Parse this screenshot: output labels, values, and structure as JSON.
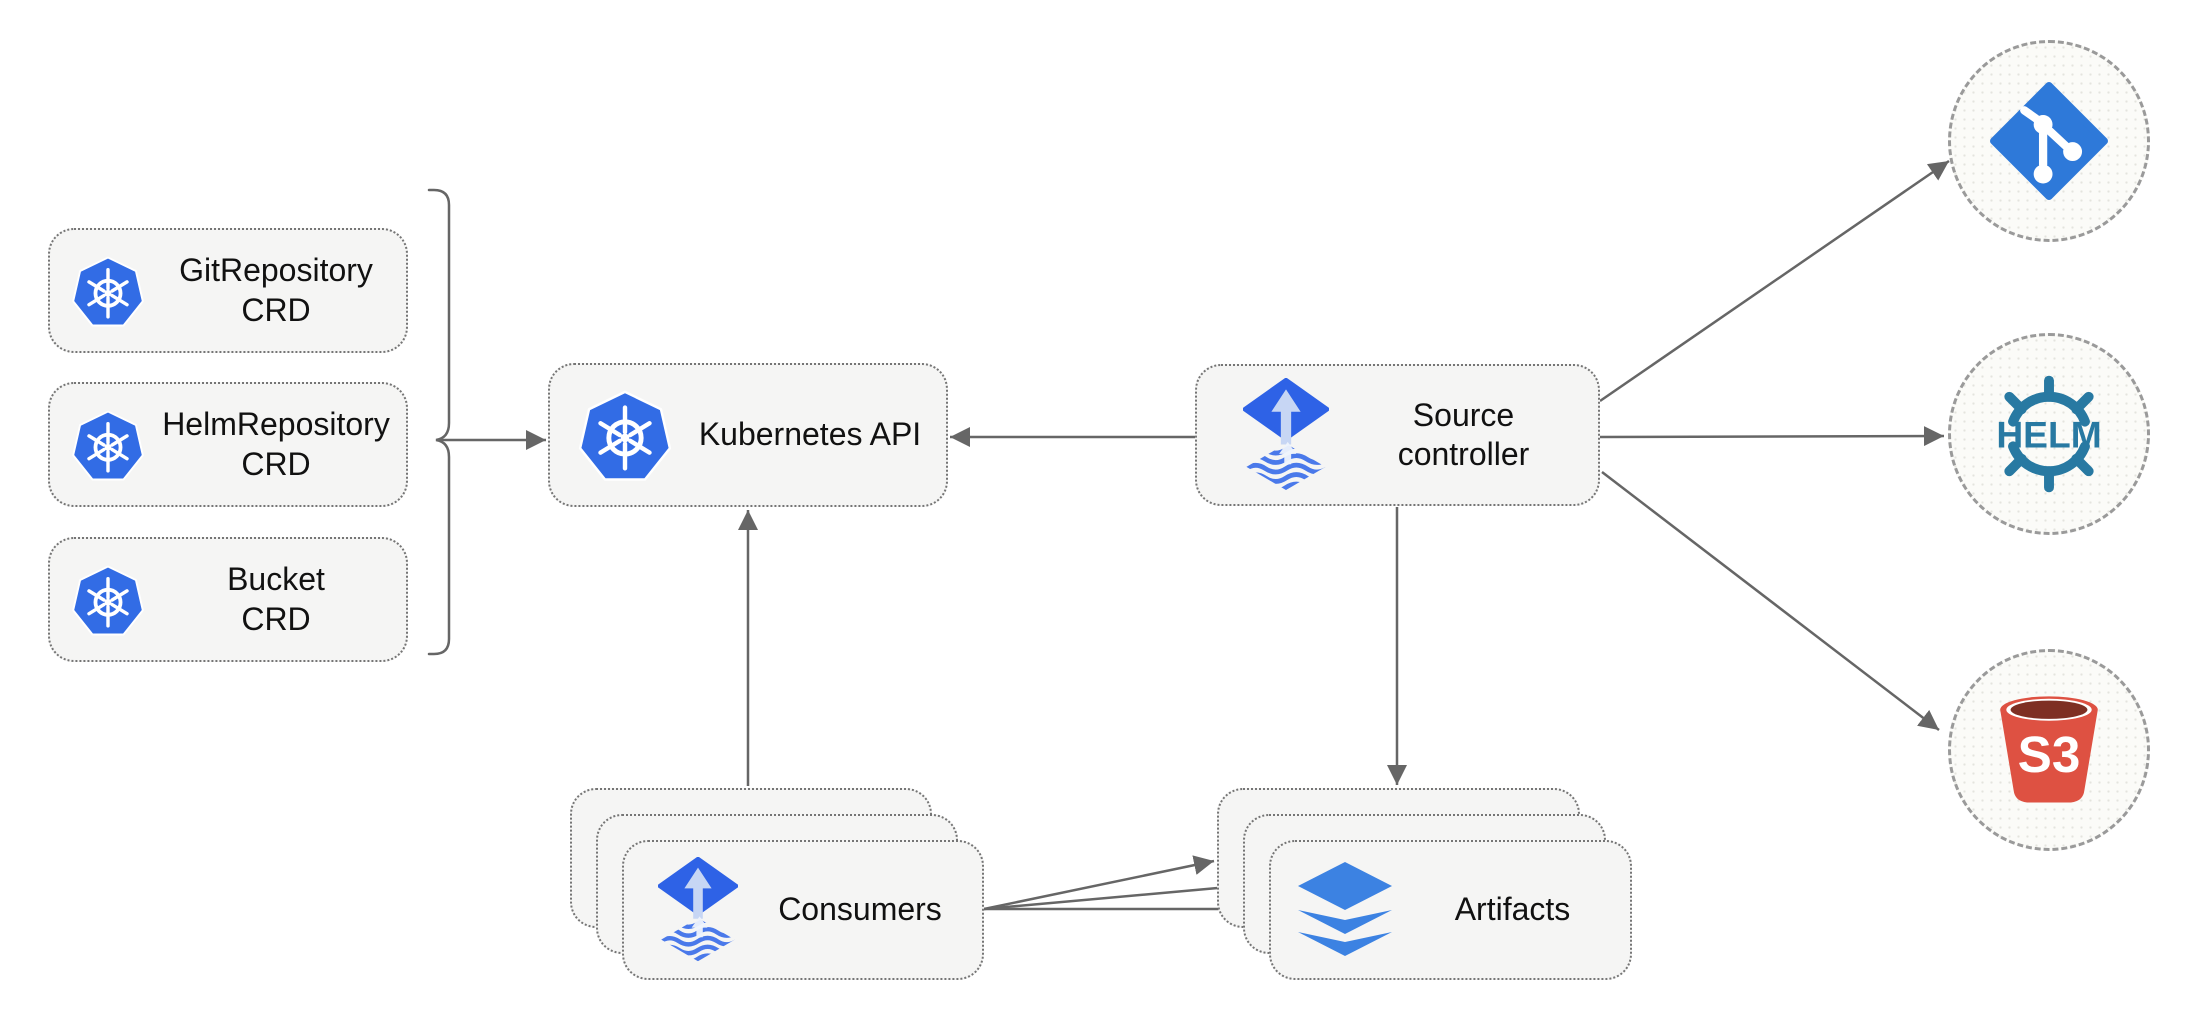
{
  "nodes": {
    "crds": [
      {
        "line1": "GitRepository",
        "line2": "CRD"
      },
      {
        "line1": "HelmRepository",
        "line2": "CRD"
      },
      {
        "line1": "Bucket",
        "line2": "CRD"
      }
    ],
    "kubernetes_api": {
      "label": "Kubernetes API"
    },
    "source_controller": {
      "line1": "Source",
      "line2": "controller"
    },
    "consumers": {
      "label": "Consumers"
    },
    "artifacts": {
      "label": "Artifacts"
    },
    "externals": {
      "helm_label": "HELM",
      "s3_label": "S3"
    }
  },
  "icons": {
    "kubernetes": "kubernetes-wheel-icon",
    "flux": "flux-source-controller-icon",
    "git": "git-branch-diamond-icon",
    "helm": "helm-ship-wheel-icon",
    "s3": "s3-bucket-icon",
    "artifacts": "layers-icon"
  },
  "colors": {
    "kubernetes_blue": "#326CE5",
    "flux_blue": "#2E62E6",
    "flux_light": "#C7D6F4",
    "wave_blue": "#4A79EA",
    "git_blue": "#2E79D9",
    "helm_teal": "#2879A2",
    "s3_red": "#DE5142",
    "s3_dark": "#7E2F23",
    "layers_blue": "#3C82E2",
    "connector_gray": "#666666",
    "box_fill": "#F5F5F4",
    "box_border": "#757575",
    "circle_border": "#9A9A9A",
    "circle_fill": "#FBFBF8",
    "text": "#111111"
  }
}
